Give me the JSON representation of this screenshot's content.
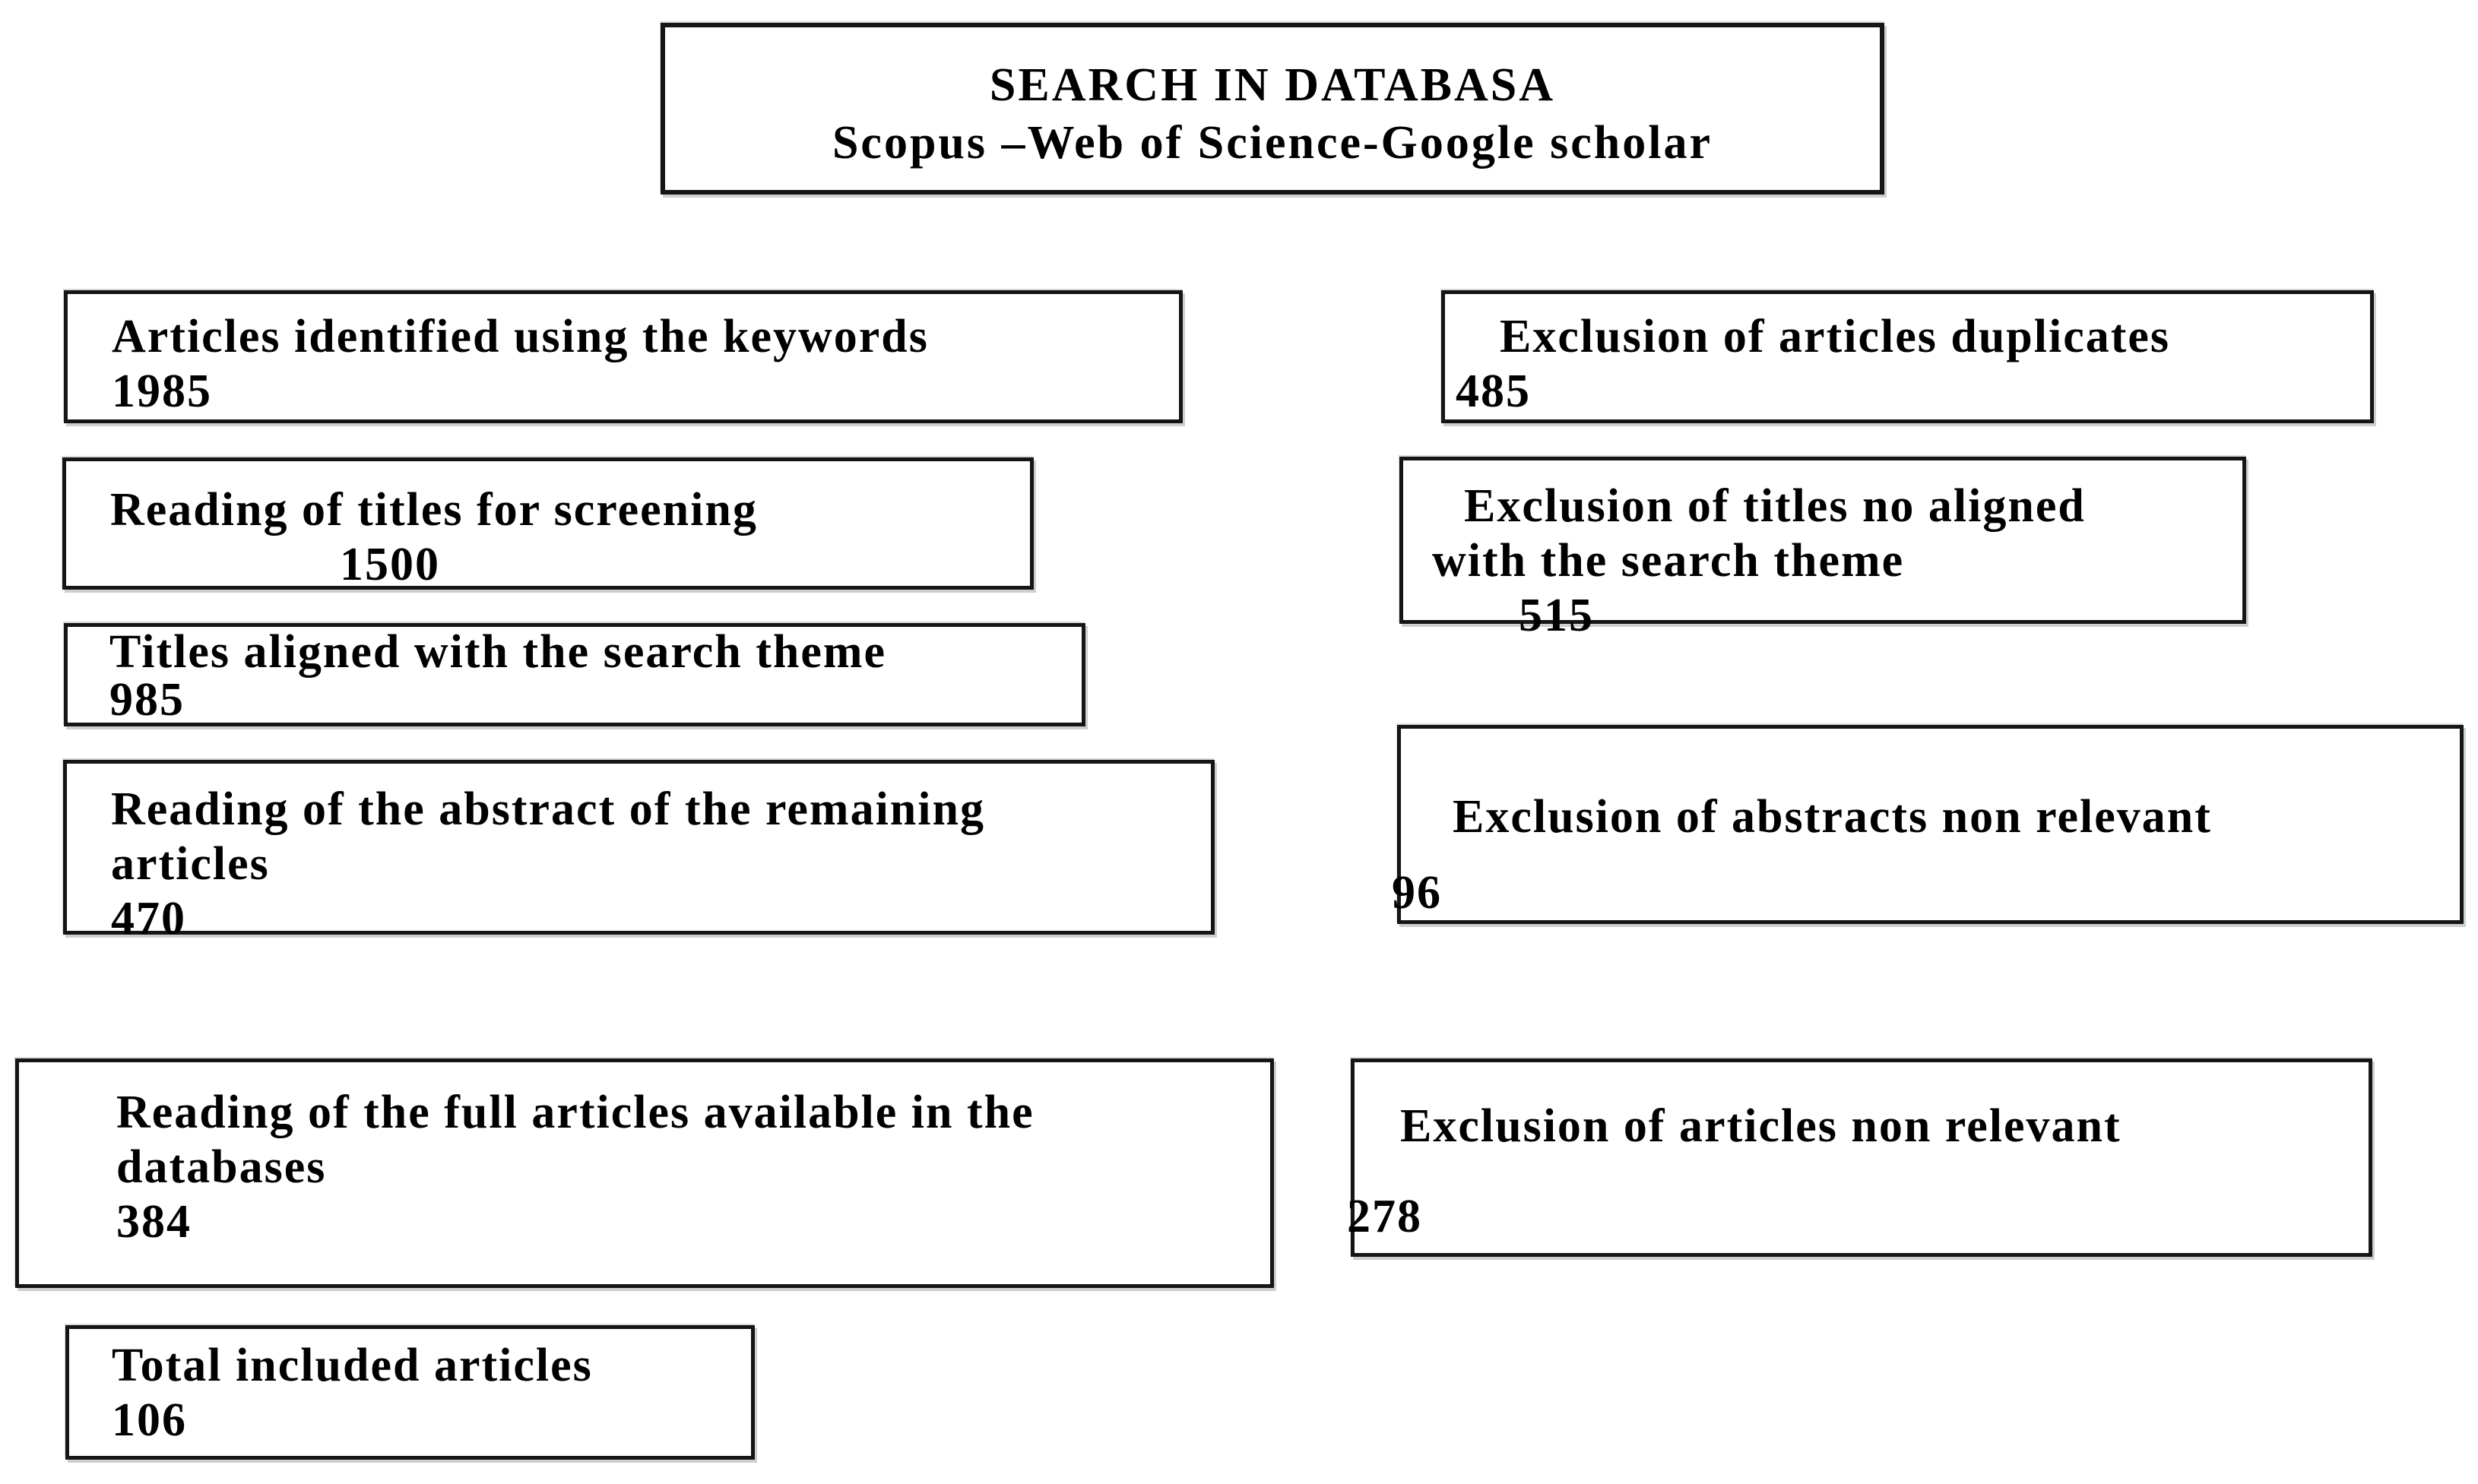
{
  "colors": {
    "background": "#ffffff",
    "box_border": "#151515",
    "text": "#000000"
  },
  "title_box": {
    "line1": "SEARCH IN DATABASA",
    "line2": "Scopus –Web of Science-Google scholar"
  },
  "flow": {
    "identified": {
      "label": "Articles identified using the keywords",
      "count": "1985"
    },
    "title_screening": {
      "label": "Reading of titles for screening",
      "count": "1500"
    },
    "titles_aligned": {
      "label": "Titles aligned with the search theme",
      "count": "985"
    },
    "abstract_reading": {
      "label_line1": "Reading of the abstract of the remaining",
      "label_line2": "articles",
      "count": "470"
    },
    "full_text_reading": {
      "label_line1": "Reading of the full articles available in the",
      "label_line2": "databases",
      "count": "384"
    },
    "total_included": {
      "label": "Total included articles",
      "count": "106"
    }
  },
  "exclusions": {
    "duplicates": {
      "label": "Exclusion of articles duplicates",
      "count": "485"
    },
    "titles_not_aligned": {
      "label_line1": "Exclusion of titles no aligned",
      "label_line2": "with the search theme",
      "count": "515"
    },
    "abstracts_non_relevant": {
      "label": "Exclusion of abstracts non relevant",
      "count": "96"
    },
    "articles_non_relevant": {
      "label": "Exclusion of articles non relevant",
      "count": "278"
    }
  }
}
